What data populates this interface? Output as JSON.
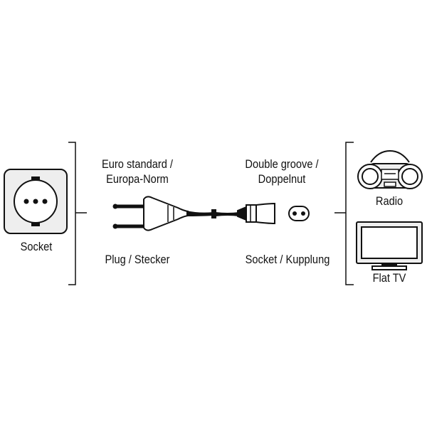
{
  "socket_label": "Socket",
  "plug_type": {
    "line1": "Euro standard /",
    "line2": "Europa-Norm"
  },
  "plug_label": "Plug / Stecker",
  "connector_type": {
    "line1": "Double groove /",
    "line2": "Doppelnut"
  },
  "connector_label": "Socket / Kupplung",
  "device_radio_label": "Radio",
  "device_tv_label": "Flat TV",
  "icons": {
    "wall_socket": "wall-socket-icon",
    "plug": "euro-plug-icon",
    "connector": "c7-connector-icon",
    "radio": "radio-icon",
    "tv": "flat-tv-icon"
  },
  "colors": {
    "line": "#111111",
    "fill_light": "#eeeeee",
    "background": "#ffffff"
  }
}
